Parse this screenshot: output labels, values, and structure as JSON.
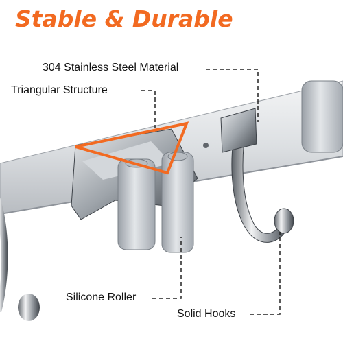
{
  "headline": "Stable & Durable",
  "colors": {
    "accent": "#f26a21",
    "text": "#111111",
    "steel": "#c9cdd2"
  },
  "callouts": {
    "material": "304 Stainless Steel Material",
    "structure": "Triangular Structure",
    "roller": "Silicone Roller",
    "hooks": "Solid Hooks"
  }
}
